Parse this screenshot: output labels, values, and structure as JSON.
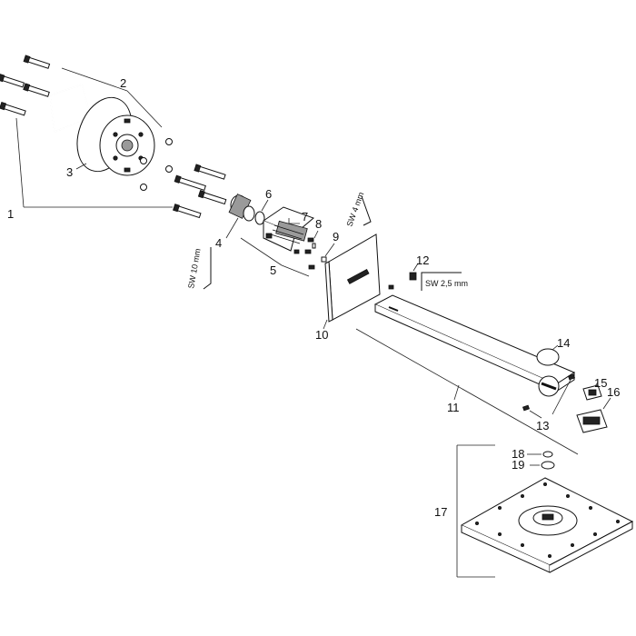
{
  "labels": {
    "p1": "1",
    "p2": "2",
    "p3": "3",
    "p4": "4",
    "p5": "5",
    "p6": "6",
    "p7": "7",
    "p8": "8",
    "p9": "9",
    "p10": "10",
    "p11": "11",
    "p12": "12",
    "p13": "13",
    "p14": "14",
    "p15": "15",
    "p16": "16",
    "p17": "17",
    "p18": "18",
    "p19": "19"
  },
  "tools": {
    "sw10": "SW 10 mm",
    "sw4": "SW 4 mm",
    "sw25": "SW 2,5 mm"
  }
}
